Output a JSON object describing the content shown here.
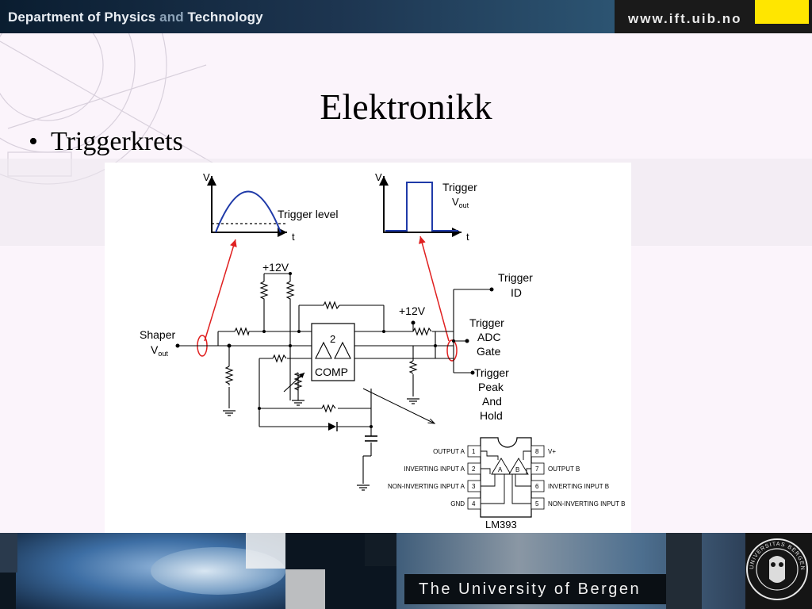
{
  "header": {
    "department_main": "Department of Physics ",
    "department_and": "and",
    "department_end": " Technology",
    "url": "www.ift.uib.no",
    "accent_color": "#ffe600"
  },
  "slide": {
    "title": "Elektronikk",
    "bullet": "Triggerkrets"
  },
  "diagram": {
    "graph1": {
      "y_axis": "V",
      "x_axis": "t",
      "annotation": "Trigger level"
    },
    "graph2": {
      "y_axis": "V",
      "x_axis": "t",
      "annotation": "Trigger",
      "annotation_main": "V",
      "annotation_sub": "out"
    },
    "supply_left": "+12V",
    "supply_right": "+12V",
    "input_label": "Shaper",
    "input_vout": "V",
    "input_vout_sub": "out",
    "comp_number": "2",
    "comp_label": "COMP",
    "out_id_l1": "Trigger",
    "out_id_l2": "ID",
    "out_adc_l1": "Trigger",
    "out_adc_l2": "ADC",
    "out_adc_l3": "Gate",
    "out_peak_l1": "Trigger",
    "out_peak_l2": "Peak",
    "out_peak_l3": "And",
    "out_peak_l4": "Hold",
    "ic": {
      "name": "LM393",
      "pins_left": [
        {
          "num": "1",
          "label": "OUTPUT A"
        },
        {
          "num": "2",
          "label": "INVERTING INPUT A"
        },
        {
          "num": "3",
          "label": "NON-INVERTING INPUT A"
        },
        {
          "num": "4",
          "label": "GND"
        }
      ],
      "pins_right": [
        {
          "num": "8",
          "label": "V+"
        },
        {
          "num": "7",
          "label": "OUTPUT B"
        },
        {
          "num": "6",
          "label": "INVERTING INPUT B"
        },
        {
          "num": "5",
          "label": "NON-INVERTING INPUT B"
        }
      ],
      "comp_a": "A",
      "comp_b": "B"
    },
    "colors": {
      "signal": "#1f3aa8",
      "marker": "#e02020"
    }
  },
  "footer": {
    "university": "The University of Bergen",
    "seal_text": "UNIVERSITAS BERGENSIS"
  }
}
